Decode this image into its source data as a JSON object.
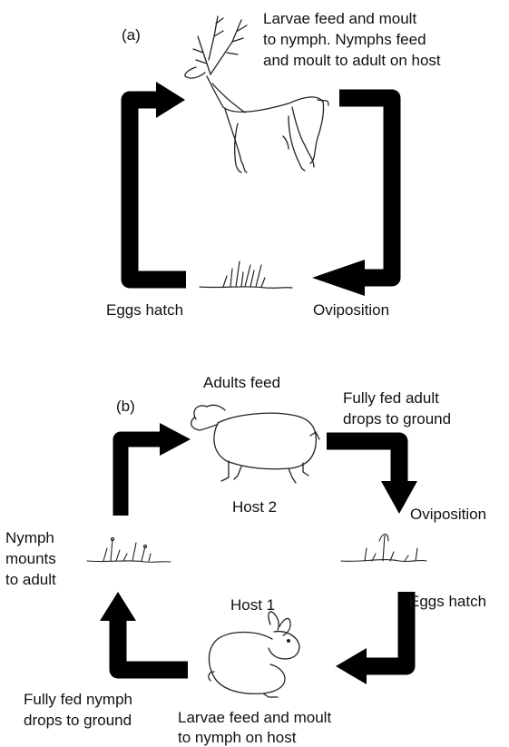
{
  "panel_a": {
    "label": "(a)",
    "host_caption_line1": "Larvae feed and moult",
    "host_caption_line2": "to nymph. Nymphs feed",
    "host_caption_line3": "and moult to adult on host",
    "left_step": "Eggs hatch",
    "right_step": "Oviposition"
  },
  "panel_b": {
    "label": "(b)",
    "top_caption": "Adults feed",
    "host2_label": "Host 2",
    "host1_label": "Host 1",
    "drop_adult_line1": "Fully fed adult",
    "drop_adult_line2": "drops to ground",
    "oviposition": "Oviposition",
    "eggs_hatch": "Eggs hatch",
    "nymph_line1": "Nymph",
    "nymph_line2": "mounts",
    "nymph_line3": "to adult",
    "drop_nymph_line1": "Fully fed nymph",
    "drop_nymph_line2": "drops to ground",
    "larvae_line1": "Larvae feed and moult",
    "larvae_line2": "to nymph on host"
  }
}
